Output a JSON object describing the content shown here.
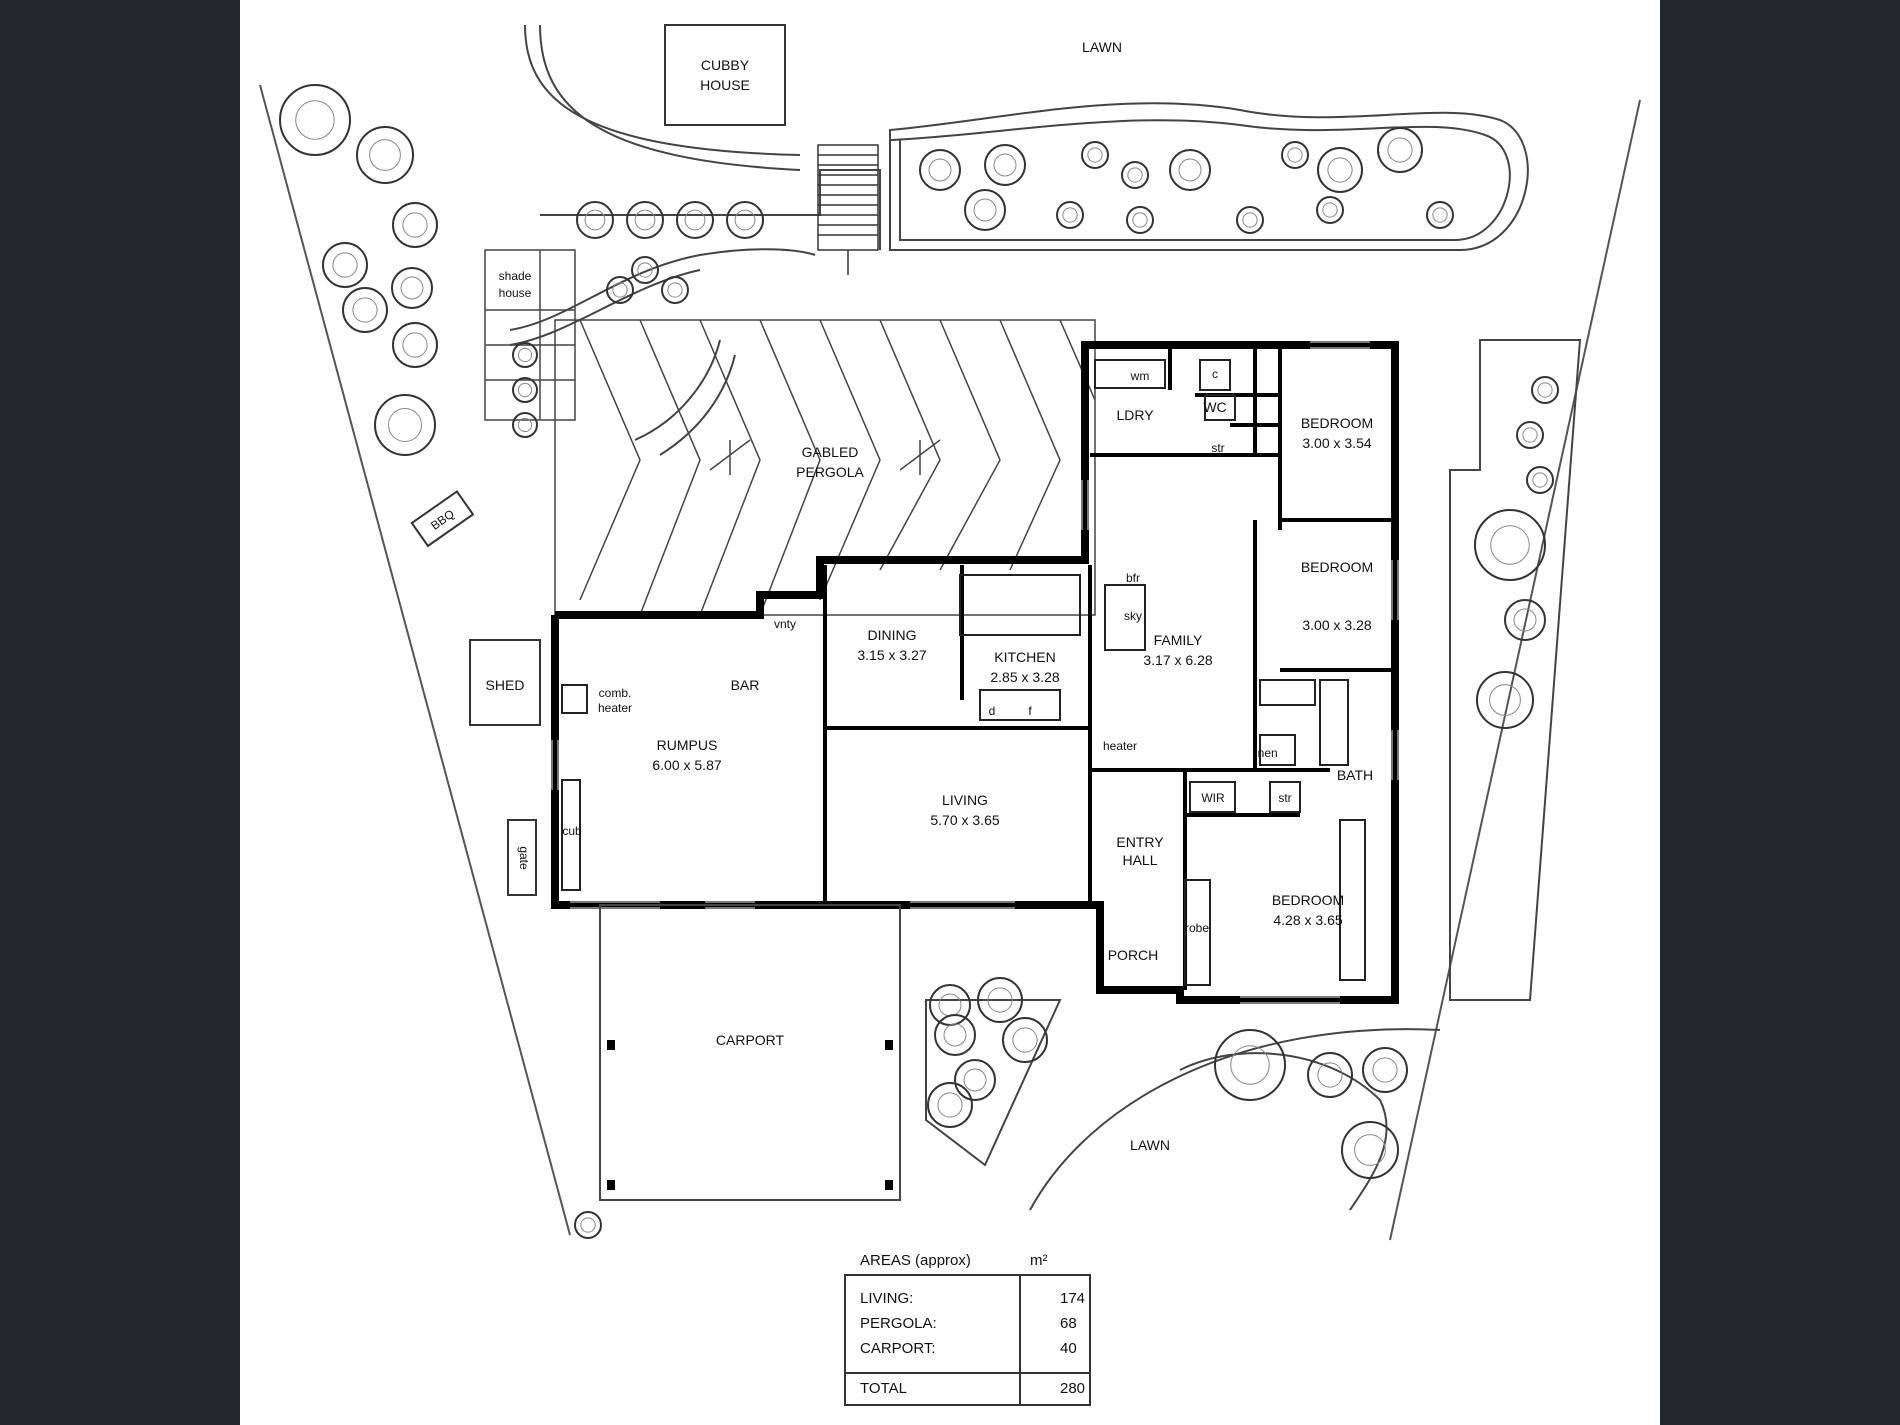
{
  "labels": {
    "lawn_top": "LAWN",
    "cubby_line1": "CUBBY",
    "cubby_line2": "HOUSE",
    "shade_line1": "shade",
    "shade_line2": "house",
    "gate": "gate",
    "shed": "SHED",
    "pergola_line1": "GABLED",
    "pergola_line2": "PERGOLA",
    "bbq": "BBQ",
    "lndry": "LDRY",
    "wc": "WC",
    "wm": "wm",
    "c": "c",
    "str": "str",
    "bed1_name": "BEDROOM",
    "bed1_dim": "3.00 x 3.54",
    "bed2_name": "BEDROOM",
    "bed2_dim": "3.00 x 3.28",
    "bed3_name": "BEDROOM",
    "bed3_dim": "4.28 x 3.65",
    "rumpus_name": "RUMPUS",
    "rumpus_dim": "6.00 x 5.87",
    "comb_heater_1": "comb.",
    "comb_heater_2": "heater",
    "bar": "BAR",
    "vanity": "vnty",
    "dining_name": "DINING",
    "dining_dim": "3.15 x 3.27",
    "kitchen_name": "KITCHEN",
    "kitchen_dim": "2.85 x 3.28",
    "family_name": "FAMILY",
    "family_dim": "3.17 x 6.28",
    "living_name": "LIVING",
    "living_dim": "5.70 x 3.65",
    "entry_line1": "ENTRY",
    "entry_line2": "HALL",
    "porch": "PORCH",
    "heater": "heater",
    "linen": "linen",
    "bath": "BATH",
    "wir": "WIR",
    "robe": "robe",
    "bar_fridge": "bfr",
    "sky": "sky",
    "d": "d",
    "f": "f",
    "carport": "CARPORT",
    "lawn_bottom": "LAWN",
    "cup": "cub"
  },
  "areas": {
    "header_label": "AREAS (approx)",
    "header_unit": "m²",
    "rows": [
      {
        "label": "LIVING:",
        "value": "174"
      },
      {
        "label": "PERGOLA:",
        "value": "68"
      },
      {
        "label": "CARPORT:",
        "value": "40"
      },
      {
        "label": "TOTAL",
        "value": "280"
      }
    ]
  },
  "colors": {
    "background": "#23272d",
    "paper": "#ffffff",
    "ink": "#111111"
  }
}
